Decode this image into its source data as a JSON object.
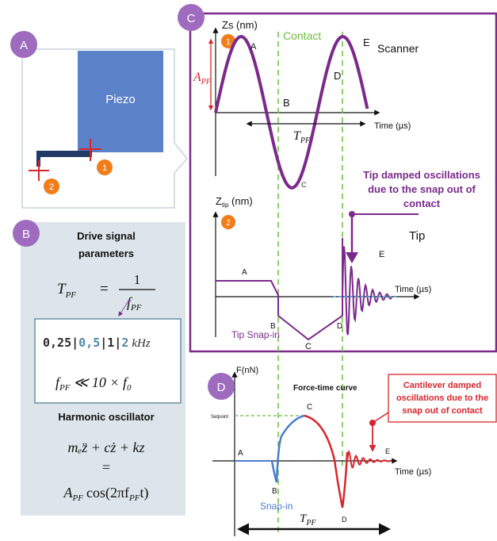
{
  "panels": {
    "a": "A",
    "b": "B",
    "c": "C",
    "d": "D"
  },
  "colors": {
    "purple": "#7b2a8c",
    "badge": "#9e6bbf",
    "green": "#6cbf3c",
    "orange": "#f07d1a",
    "red": "#d7262b",
    "blue": "#4a7bd0",
    "piezo": "#5b82c8",
    "gray": "#dde5ea"
  },
  "panel_a": {
    "piezo_label": "Piezo",
    "marker_1": "1",
    "marker_2": "2"
  },
  "panel_b": {
    "title_line1": "Drive signal",
    "title_line2": "parameters",
    "formula_lhs": "T",
    "formula_lhs_sub": "PF",
    "formula_eq": "=",
    "formula_num": "1",
    "formula_den": "f",
    "formula_den_sub": "PF",
    "freq_part1": "0,25|",
    "freq_part2": "0,5",
    "freq_part3": "|1|",
    "freq_part4": "2",
    "freq_unit": "kHz",
    "condition_f": "f",
    "condition_sub": "PF",
    "condition_rest": "≪ 10 × f",
    "condition_sub0": "0",
    "subtitle": "Harmonic oscillator",
    "eq_line1": "mₑz̈ + cż + kz",
    "eq_line2": "=",
    "eq_line3_a": "A",
    "eq_line3_sub": "PF",
    "eq_line3_b": "cos(2πf",
    "eq_line3_sub2": "PF",
    "eq_line3_c": "t)"
  },
  "panel_c": {
    "zs_label": "Zs (nm)",
    "marker_1": "1",
    "contact_label": "Contact",
    "scanner_label": "Scanner",
    "apf_a": "A",
    "apf_sub": "PF",
    "tpf_t": "T",
    "tpf_sub": "PF",
    "time_label": "Time (µs)",
    "points": {
      "a": "A",
      "b": "B",
      "c": "C",
      "d": "D",
      "e": "E"
    },
    "ztip_z": "Z",
    "ztip_sub": "tip",
    "ztip_unit": " (nm)",
    "marker_2": "2",
    "tip_note": [
      "Tip damped oscillations",
      "due to the snap out of",
      "contact"
    ],
    "tip_label": "Tip",
    "tip_snapin": "Tip Snap-in",
    "tip_points": {
      "a": "A",
      "b": "B",
      "c": "C",
      "d": "D",
      "e": "E"
    },
    "tip_time_label": "Time (µs)"
  },
  "panel_d": {
    "y_label": "F(nN)",
    "title": "Force-time curve",
    "setpoint": "Setpoint",
    "note": [
      "Cantilever damped",
      "oscillations due to the",
      "snap out of contact"
    ],
    "time_label": "Time (µs)",
    "snapin": "Snap-in",
    "tpf_t": "T",
    "tpf_sub": "PF",
    "points": {
      "a": "A",
      "b": "B",
      "c": "C",
      "d": "D",
      "e": "E"
    }
  }
}
